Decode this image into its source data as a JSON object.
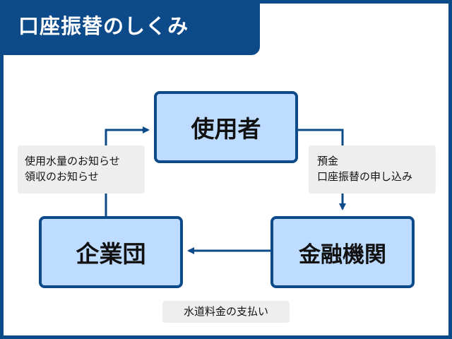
{
  "title": "口座振替のしくみ",
  "nodes": {
    "user": "使用者",
    "bank": "金融機関",
    "corp": "企業団"
  },
  "labels": {
    "user_to_bank": [
      "預金",
      "口座振替の申し込み"
    ],
    "bank_to_corp": "水道料金の支払い",
    "corp_to_user": [
      "使用水量のお知らせ",
      "領収のお知らせ"
    ]
  },
  "colors": {
    "frame": "#0d4a8a",
    "node_fill": "#bedcff",
    "label_bg": "#eeeeee"
  }
}
